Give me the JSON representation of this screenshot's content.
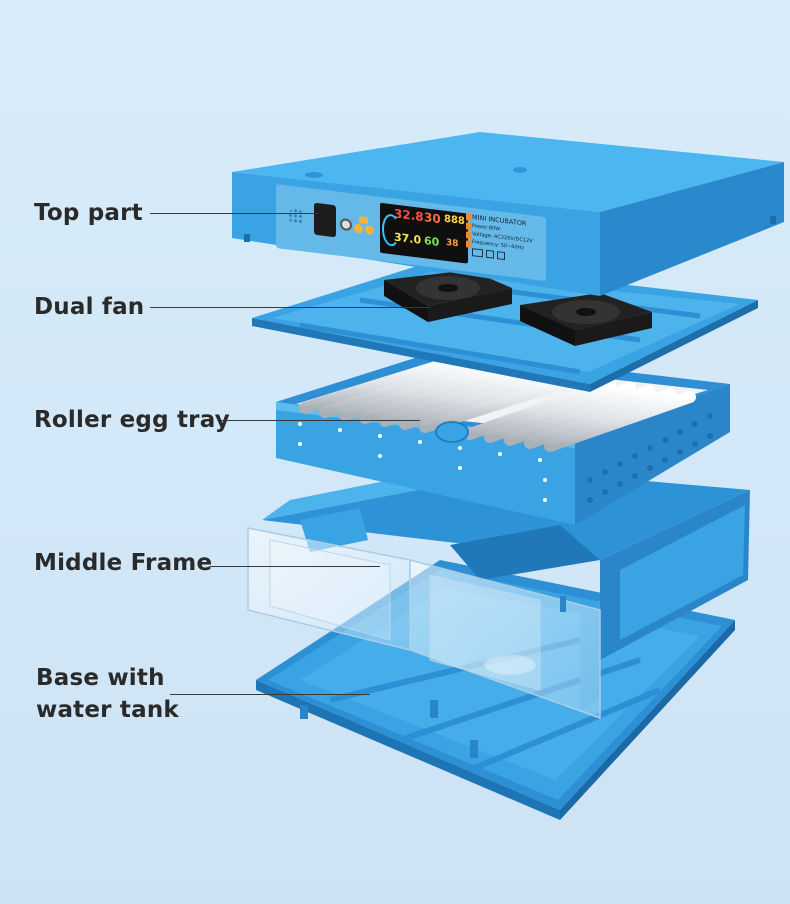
{
  "callouts": {
    "top_part": "Top part",
    "dual_fan": "Dual fan",
    "roller_egg_tray": "Roller egg tray",
    "middle_frame": "Middle Frame",
    "base_line1": "Base with",
    "base_line2": "water tank"
  },
  "panel": {
    "title": "MINI INCUBATOR",
    "power": "Power:80W",
    "voltage": "Voltage: AC220V/DC12V",
    "frequency": "Frequency: 50~60Hz",
    "temp_set": "32.8",
    "temp_actual": "30",
    "humidity_value": "888",
    "row2_a": "37.0",
    "row2_b": "60",
    "row2_c": "38"
  },
  "colors": {
    "background": "#d3e8f8",
    "body_blue": "#3aa3e3",
    "body_blue_dark": "#1f7fc3",
    "body_blue_light": "#5cbcf0",
    "fan": "#1d1d1d",
    "roller": "#e9ecef"
  }
}
